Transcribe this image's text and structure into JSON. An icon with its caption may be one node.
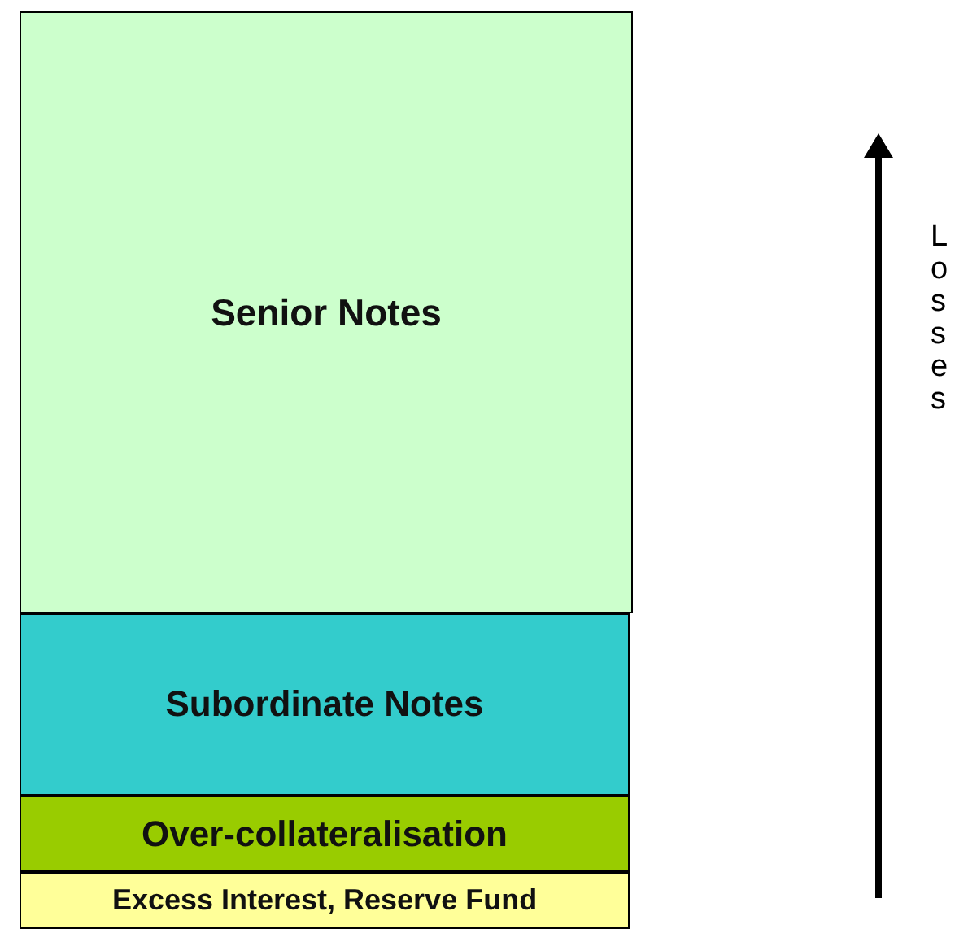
{
  "diagram": {
    "nodes": [
      {
        "text": [
          "Senior Notes"
        ]
      },
      {
        "text": [
          "Subordinate Notes"
        ]
      },
      {
        "text": [
          "Over-collateralisation"
        ]
      },
      {
        "text": [
          "Excess Interest, Reserve Fund"
        ]
      }
    ],
    "labels": [
      "Losses"
    ]
  }
}
